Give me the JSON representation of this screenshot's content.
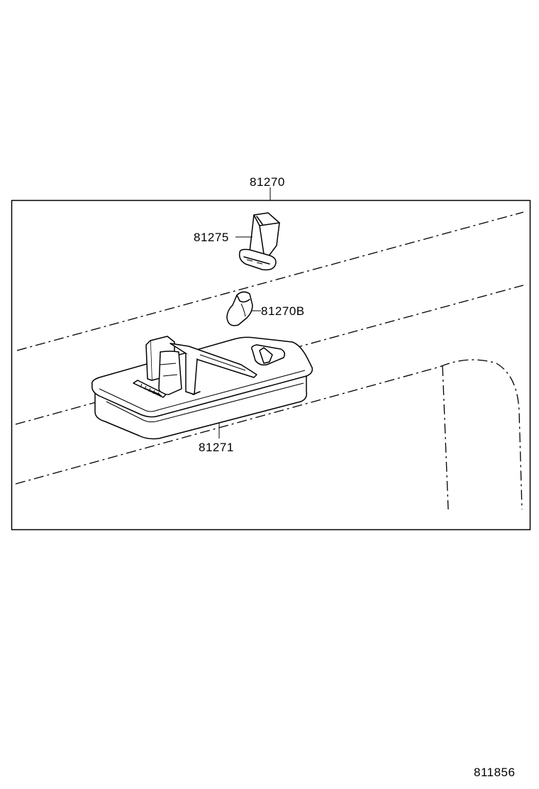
{
  "callouts": {
    "assembly": "81270",
    "socket": "81275",
    "bulb": "81270B",
    "lens": "81271"
  },
  "figure_code": "811856"
}
